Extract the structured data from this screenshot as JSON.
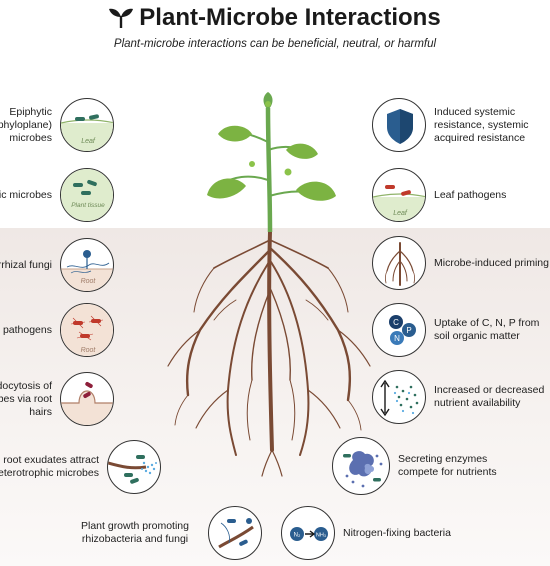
{
  "title": "Plant-Microbe Interactions",
  "subtitle": "Plant-microbe interactions can be beneficial, neutral, or harmful",
  "left_items": [
    {
      "label": "Epiphytic (phyloplane) microbes",
      "icon": "leaf-surface-microbes-icon",
      "tag": "Leaf"
    },
    {
      "label": "Endophytic microbes",
      "icon": "plant-tissue-microbes-icon",
      "tag": "Plant tissue"
    },
    {
      "label": "Mycorrhizal fungi",
      "icon": "mycorrhizal-fungi-icon",
      "tag": "Root"
    },
    {
      "label": "Root pathogens",
      "icon": "root-pathogens-icon",
      "tag": "Root"
    },
    {
      "label": "Endocytosis of microbes via root hairs",
      "icon": "root-hair-endocytosis-icon"
    },
    {
      "label": "Carbon root exudates attract heterotrophic microbes",
      "icon": "root-exudates-icon"
    },
    {
      "label": "Plant growth promoting rhizobacteria and fungi",
      "icon": "rhizobacteria-fungi-icon"
    }
  ],
  "right_items": [
    {
      "label": "Induced systemic resistance, systemic acquired resistance",
      "icon": "shield-icon"
    },
    {
      "label": "Leaf pathogens",
      "icon": "leaf-pathogens-icon",
      "tag": "Leaf"
    },
    {
      "label": "Microbe-induced priming",
      "icon": "root-priming-icon"
    },
    {
      "label": "Uptake of C, N, P from soil organic matter",
      "icon": "nutrient-uptake-icon",
      "nutrients": [
        "C",
        "N",
        "P"
      ]
    },
    {
      "label": "Increased or decreased nutrient availability",
      "icon": "nutrient-availability-icon"
    },
    {
      "label": "Secreting enzymes compete for nutrients",
      "icon": "enzyme-secretion-icon"
    },
    {
      "label": "Nitrogen-fixing bacteria",
      "icon": "nitrogen-fixation-icon",
      "from": "N₂",
      "to": "NH₃"
    }
  ],
  "colors": {
    "stem": "#6aa84f",
    "leaf": "#7cb342",
    "root": "#7a4a34",
    "soil_top": "#efe8e5",
    "microbe_green": "#2f6f5e",
    "pathogen_red": "#c0392b",
    "shield_blue": "#2a5d8f"
  }
}
